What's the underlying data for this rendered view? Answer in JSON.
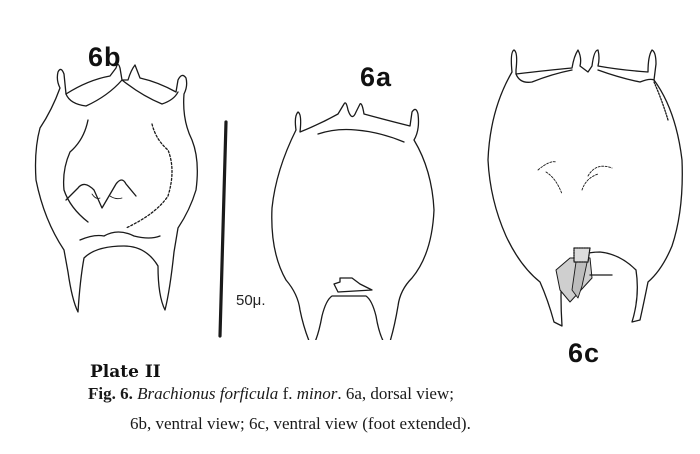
{
  "figure": {
    "labels": {
      "fig_6b": "6b",
      "fig_6a": "6a",
      "fig_6c": "6c"
    },
    "scale_bar": {
      "label": "50μ."
    },
    "plate_title": "Plate II",
    "caption": {
      "fig_number": "Fig. 6.",
      "species": "Brachionus forficula",
      "form_abbrev": " f. ",
      "form": "minor",
      "line1_rest": ". 6a, dorsal view;",
      "line2": "6b, ventral view; 6c, ventral view (foot extended)."
    }
  }
}
